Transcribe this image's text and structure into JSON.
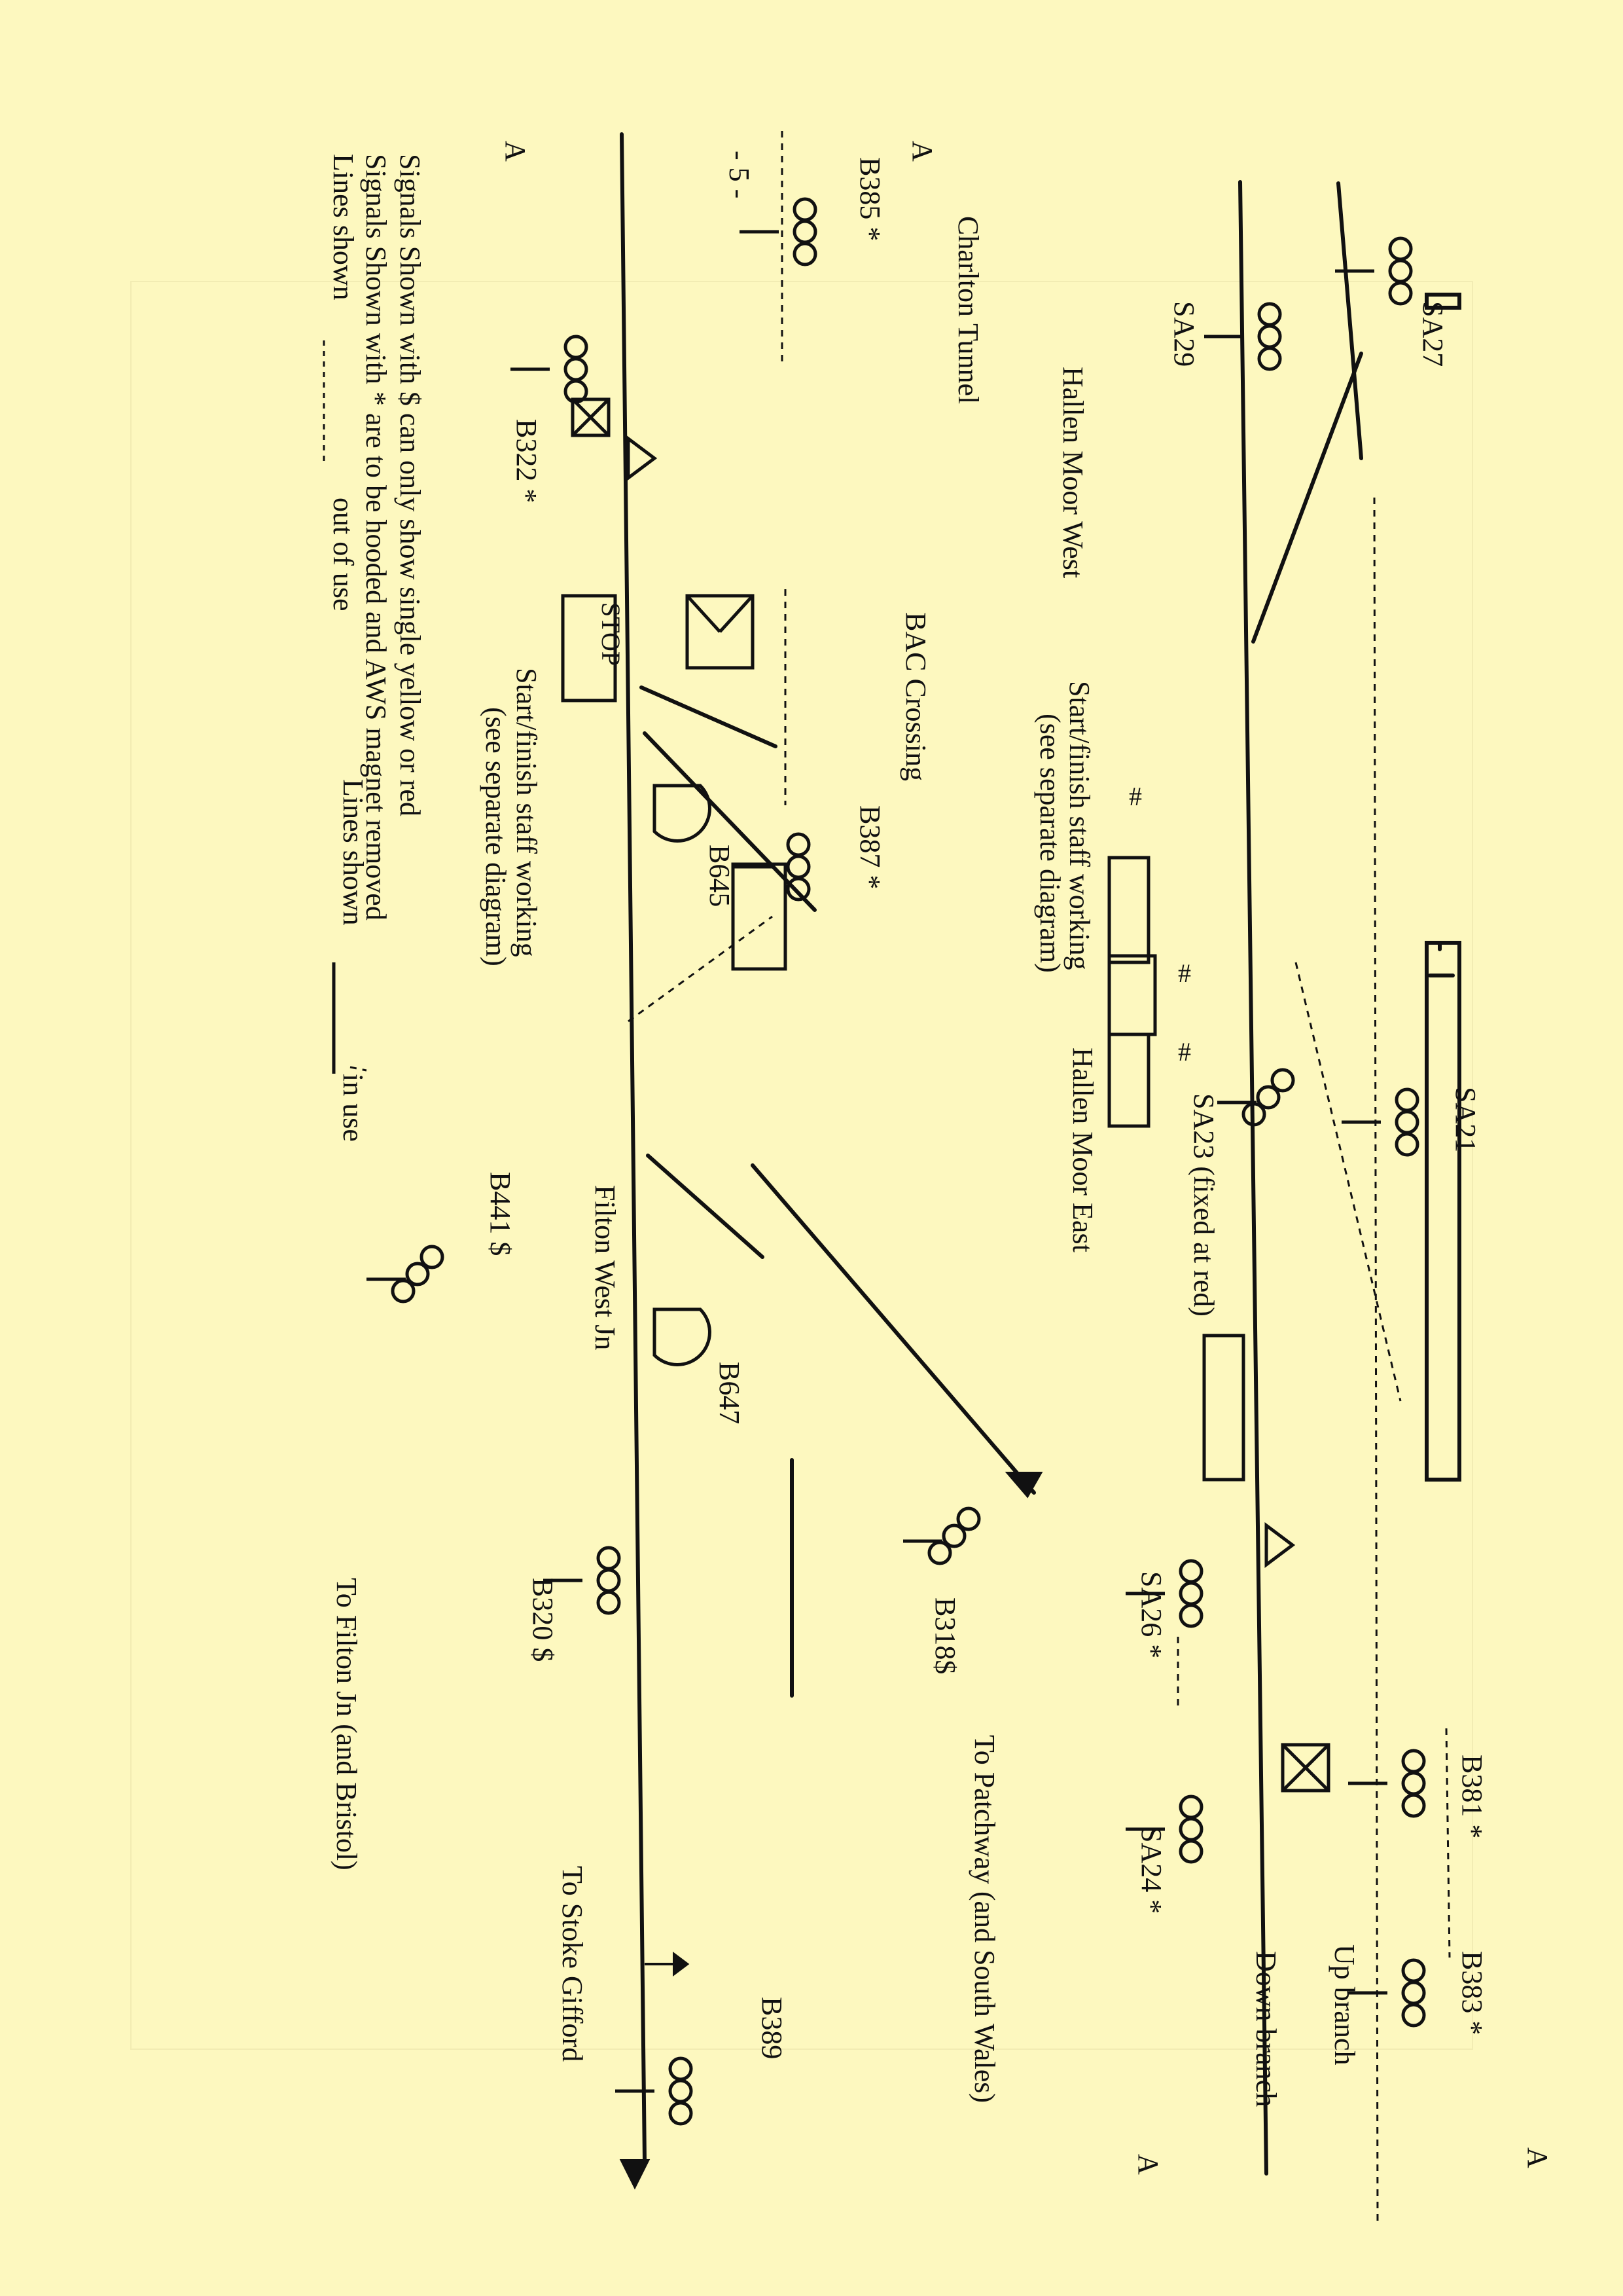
{
  "page_marker": "- 5 -",
  "end_markers": {
    "left_top": "A",
    "left_bottom": "A",
    "right_top": "A",
    "right_bottom": "A"
  },
  "signals": {
    "sa27": "SA27",
    "sa29": "SA29",
    "sa21": "SA21",
    "sa23": "SA23 (fixed at red)",
    "sa26": "SA26 *",
    "sa24": "SA24 *",
    "b381": "B381 *",
    "b383": "B383 *",
    "b385": "B385 *",
    "b387": "B387 *",
    "b389": "B389",
    "b322": "B322 *",
    "b441": "B441 $",
    "b320": "B320 $",
    "b318": "B318$"
  },
  "boards": {
    "b645": "B645",
    "b647": "B647",
    "stop": "STOP"
  },
  "locations": {
    "charlton_tunnel": "Charlton Tunnel",
    "bac_crossing": "BAC Crossing",
    "hallen_moor_west": "Hallen Moor West",
    "hallen_moor_east": "Hallen Moor East",
    "staff_working_west_1": "Start/finish staff working",
    "staff_working_west_2": "(see separate diagram)",
    "staff_working_east_1": "Start/finish staff working",
    "staff_working_east_2": "(see separate diagram)",
    "filton_west_jn": "Filton West Jn",
    "to_filton": "To Filton Jn (and Bristol)",
    "to_patchway": "To Patchway (and South Wales)",
    "to_stoke_gifford": "To Stoke Gifford",
    "up_branch": "Up branch",
    "down_branch": "Down branch"
  },
  "legend": {
    "line1": "Signals Shown with $ can only show single yellow or red",
    "line2": "Signals Shown with * are to be hooded and AWS magnet removed",
    "lines_out_of_use_prefix": "Lines shown",
    "lines_out_of_use": "out of use",
    "lines_in_use_prefix": "Lines shown",
    "lines_in_use": "in use"
  },
  "marks": {
    "hash": "#"
  },
  "colors": {
    "paper": "#fdf8bf",
    "ink": "#111111"
  }
}
